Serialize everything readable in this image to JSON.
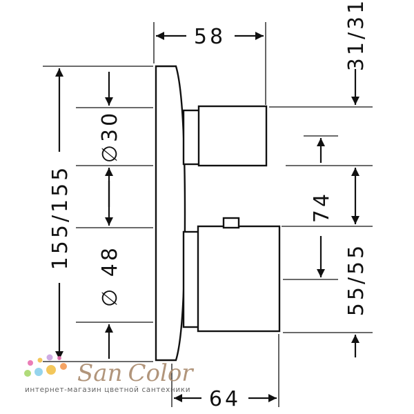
{
  "dimensions": {
    "top_width": "58",
    "bottom_width": "64",
    "total_height": "155/155",
    "upper_diameter": "∅30",
    "lower_diameter": "∅ 48",
    "right_top": "31/31",
    "right_mid": "74",
    "right_bottom": "55/55"
  },
  "watermark": {
    "brand": "SanColor",
    "brand_part1": "San",
    "brand_part2": "Color",
    "tagline": "интернет-магазин цветной сантехники",
    "dot_colors": [
      "#e86fb0",
      "#f2c14a",
      "#8ad0ec",
      "#c9a3e0",
      "#a8d86c",
      "#f59a53"
    ]
  }
}
